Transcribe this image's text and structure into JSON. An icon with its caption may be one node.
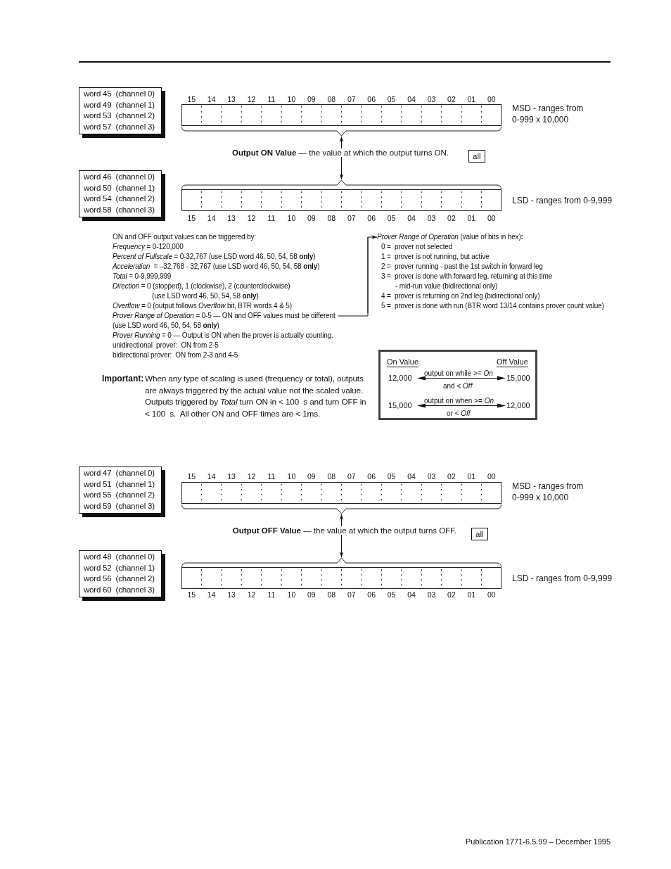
{
  "diagram": {
    "nodes": [
      {
        "text": [
          "word 45  (channel 0)",
          "word 49  (channel 1)",
          "word 53  (channel 2)",
          "word 57  (channel 3)"
        ]
      },
      {
        "text": [],
        "shape": "bar",
        "beside": [
          "MSD - ranges from 0-999 x 10,000"
        ]
      },
      {
        "text": [
          "**Output ON Value** — the value at which the output turns ON."
        ]
      },
      {
        "text": [
          "all"
        ]
      },
      {
        "text": [
          "word 46  (channel 0)",
          "word 50  (channel 1)",
          "word 54  (channel 2)",
          "word 58  (channel 3)"
        ]
      },
      {
        "text": [],
        "shape": "bar",
        "beside": [
          "LSD - ranges from 0-9,999"
        ]
      },
      {
        "text": [
          "ON and OFF output values can be triggered by:",
          "*Frequency* = 0-120,000",
          "*Percent of Fullscale* = 0-32,767 (use LSD word 46, 50, 54, 58 **only**)",
          "*Acceleration*  = –32,768 - 32,767 (use LSD word 46, 50, 54, 58 **only**)",
          "*Total* = 0-9,999,999",
          "*Direction* = 0 (stopped), 1 (clockwise), 2 (counterclockwise)",
          "(use LSD word 46, 50, 54, 58 **only**)",
          "*Overflow* = 0 (output follows *Overflow* bit, BTR words 4 & 5)",
          "*Prover Range of Operation* = 0-5 — ON and OFF values must be different",
          "(use LSD word 46, 50, 54, 58 **only**)",
          "*Prover Running* = 0 — Output is ON when the prover is actually counting.",
          "unidirectional  prover:  ON from 2-5",
          "bidirectional prover:  ON from 2-3 and 4-5"
        ]
      },
      {
        "text": [
          "*Prover Range of Operation* (value of bits in hex)**:**",
          "0 =  prover not selected",
          "1 =  prover is not running, but active",
          "2 =  prover running - past the 1st switch in forward leg",
          "3 =  prover is done with forward leg, returning at this time",
          "- mid-run value (bidirectional only)",
          "4 =  prover is returning on 2nd leg (bidirectional only)",
          "5 =  prover is done with run (BTR word 13/14 contains prover count value)"
        ]
      },
      {
        "text": [
          "On Value",
          "Off Value",
          "12,000",
          "output on while >= *On*",
          "and < *Off*",
          "15,000",
          "15,000",
          "output on when >= *On*",
          "or < *Off*",
          "12,000"
        ]
      },
      {
        "text": [
          "word 47  (channel 0)",
          "word 51  (channel 1)",
          "word 55  (channel 2)",
          "word 59  (channel 3)"
        ]
      },
      {
        "text": [],
        "shape": "bar",
        "beside": [
          "MSD - ranges from 0-999 x 10,000"
        ]
      },
      {
        "text": [
          "**Output OFF Value** — the value at which the output turns OFF."
        ]
      },
      {
        "text": [
          "all"
        ]
      },
      {
        "text": [
          "word 48  (channel 0)",
          "word 52  (channel 1)",
          "word 56  (channel 2)",
          "word 60  (channel 3)"
        ]
      },
      {
        "text": [],
        "shape": "bar",
        "beside": [
          "LSD - ranges from 0-9,999"
        ]
      }
    ],
    "edges": [
      {
        "from": 2,
        "to": 1,
        "arrow": "to"
      },
      {
        "from": 2,
        "to": 5,
        "arrow": "to"
      },
      {
        "from": 6,
        "to": 7,
        "arrow": "to"
      },
      {
        "from": 11,
        "to": 10,
        "arrow": "to"
      },
      {
        "from": 11,
        "to": 14,
        "arrow": "to"
      }
    ],
    "labels": [
      "15",
      "14",
      "13",
      "12",
      "11",
      "10",
      "09",
      "08",
      "07",
      "06",
      "05",
      "04",
      "03",
      "02",
      "01",
      "00",
      "15",
      "14",
      "13",
      "12",
      "11",
      "10",
      "09",
      "08",
      "07",
      "06",
      "05",
      "04",
      "03",
      "02",
      "01",
      "00",
      "15",
      "14",
      "13",
      "12",
      "11",
      "10",
      "09",
      "08",
      "07",
      "06",
      "05",
      "04",
      "03",
      "02",
      "01",
      "00",
      "15",
      "14",
      "13",
      "12",
      "11",
      "10",
      "09",
      "08",
      "07",
      "06",
      "05",
      "04",
      "03",
      "02",
      "01",
      "00",
      "Important:",
      "When any type of scaling is used (frequency or total), outputs are always triggered by the actual value not the scaled value.  Outputs triggered by *Total* turn ON in < 100  s and turn OFF in < 100  s.  All other ON and OFF times are < 1ms.",
      "Publication 1771-6.5.99 – December 1995"
    ]
  }
}
